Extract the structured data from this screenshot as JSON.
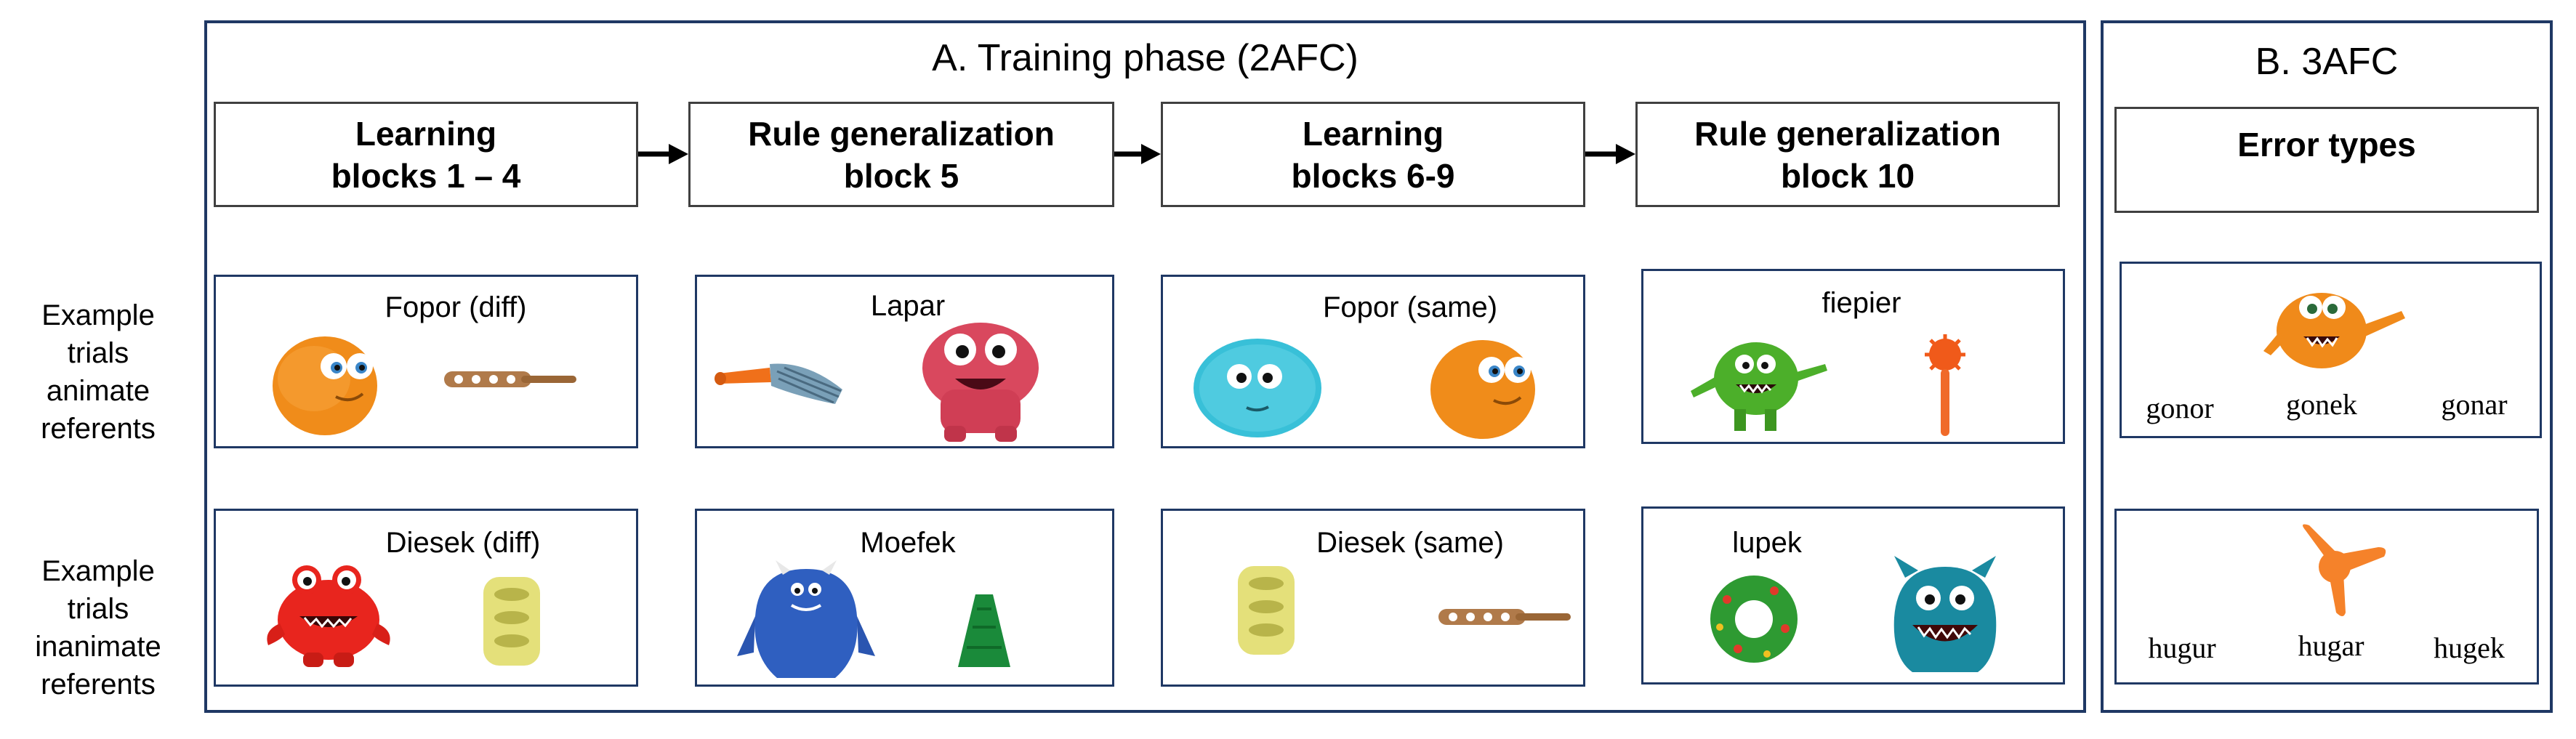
{
  "panelA": {
    "title": "A. Training phase (2AFC)"
  },
  "panelB": {
    "title": "B. 3AFC",
    "header": "Error types"
  },
  "phases": [
    {
      "line1": "Learning",
      "line2": "blocks 1 – 4"
    },
    {
      "line1": "Rule generalization",
      "line2": "block 5"
    },
    {
      "line1": "Learning",
      "line2": "blocks 6-9"
    },
    {
      "line1": "Rule generalization",
      "line2": "block 10"
    }
  ],
  "row_labels": {
    "animate": [
      "Example",
      "trials",
      "animate",
      "referents"
    ],
    "inanimate": [
      "Example",
      "trials",
      "inanimate",
      "referents"
    ]
  },
  "trials_animate": [
    {
      "label": "Fopor (diff)",
      "images": [
        "orange-monster",
        "wooden-stick"
      ]
    },
    {
      "label": "Lapar",
      "images": [
        "orange-mop",
        "pink-monster"
      ]
    },
    {
      "label": "Fopor (same)",
      "images": [
        "cyan-fluffy-monster",
        "orange-monster"
      ]
    },
    {
      "label": "fiepier",
      "images": [
        "green-monster",
        "orange-spiky-wand"
      ]
    }
  ],
  "trials_inanimate": [
    {
      "label": "Diesek (diff)",
      "images": [
        "red-monster",
        "yellow-cylinder"
      ]
    },
    {
      "label": "Moefek",
      "images": [
        "blue-furry-monster",
        "green-cone"
      ]
    },
    {
      "label": "Diesek (same)",
      "images": [
        "yellow-cylinder",
        "wooden-stick"
      ]
    },
    {
      "label": "lupek",
      "images": [
        "green-ring-toy",
        "teal-monster"
      ]
    }
  ],
  "error_types": [
    {
      "image": "orange-monster-waving",
      "choices": [
        "gonor",
        "gonek",
        "gonar"
      ]
    },
    {
      "image": "orange-spiky-toy",
      "choices": [
        "hugur",
        "hugar",
        "hugek"
      ]
    }
  ],
  "colors": {
    "border": "#1f3864",
    "phase_border": "#404040"
  }
}
